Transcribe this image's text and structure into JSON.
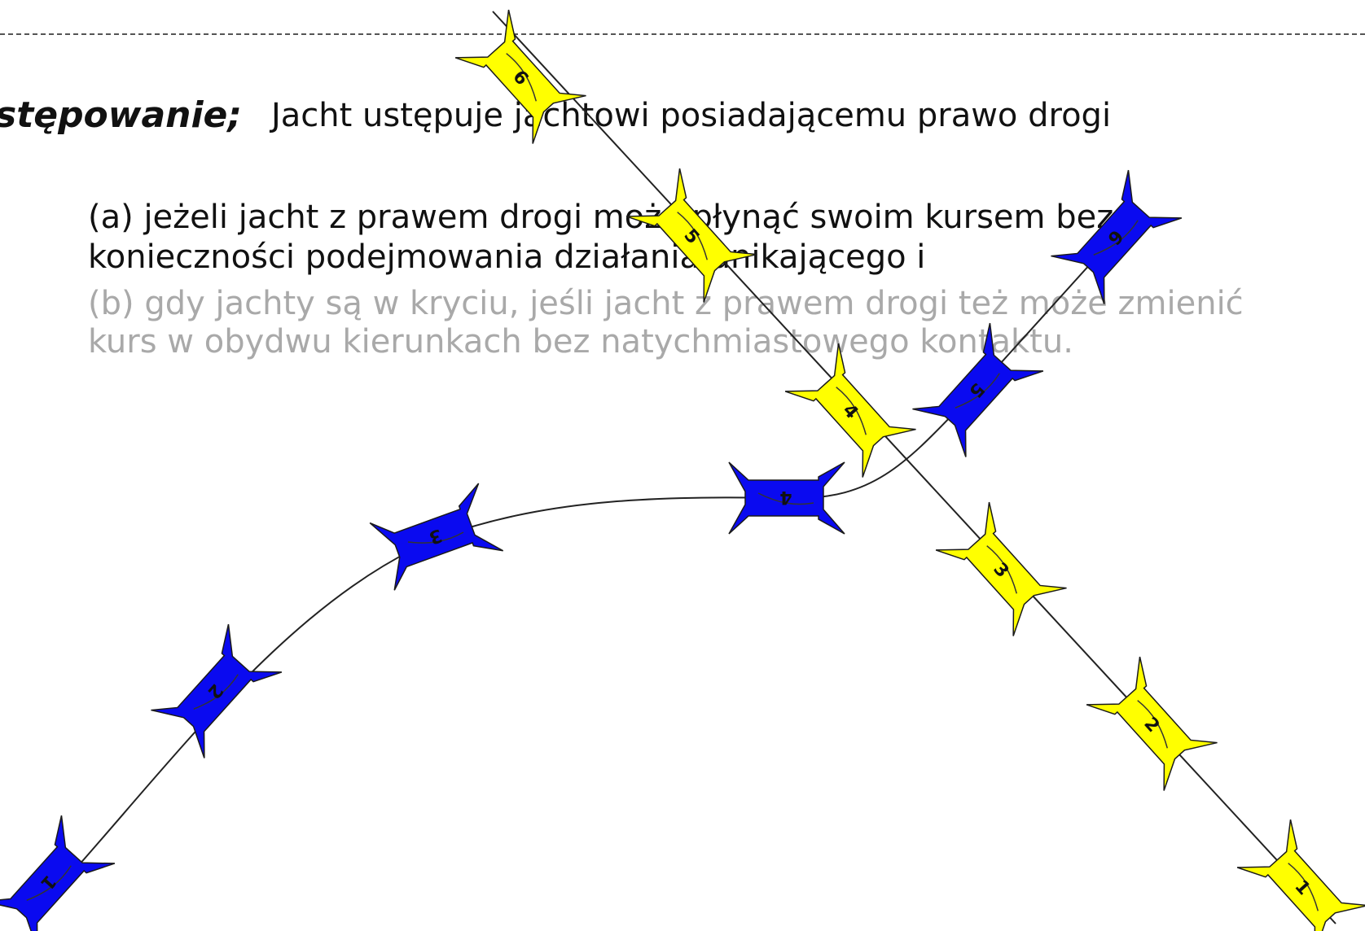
{
  "slide": {
    "title_fragment": "",
    "definition_term": "stępowanie;",
    "definition_text": "Jacht ustępuje jachtowi posiadającemu prawo drogi",
    "clause_a_line1": "(a) jeżeli jacht z prawem drogi może płynąć swoim kursem bez",
    "clause_a_line2": "konieczności podejmowania działania unikającego i",
    "clause_b_line1": "(b) gdy jachty są w kryciu, jeśli jacht z prawem drogi też może zmienić",
    "clause_b_line2": "kurs w obydwu kierunkach bez natychmiastowego kontaktu."
  },
  "colors": {
    "blue_boat": "#0a0af0",
    "yellow_boat": "#ffff00",
    "track": "#222222",
    "grey_text": "#a9a9a9"
  },
  "boats": {
    "blue": [
      {
        "label": "1"
      },
      {
        "label": "2"
      },
      {
        "label": "3"
      },
      {
        "label": "4"
      },
      {
        "label": "5"
      },
      {
        "label": "6"
      }
    ],
    "yellow": [
      {
        "label": "1"
      },
      {
        "label": "2"
      },
      {
        "label": "3"
      },
      {
        "label": "4"
      },
      {
        "label": "5"
      },
      {
        "label": "6"
      }
    ]
  }
}
